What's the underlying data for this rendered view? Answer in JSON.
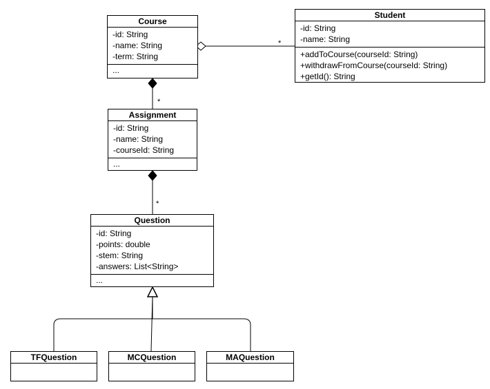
{
  "classes": {
    "course": {
      "name": "Course",
      "attributes": [
        "-id: String",
        "-name: String",
        "-term: String"
      ],
      "more": "..."
    },
    "student": {
      "name": "Student",
      "attributes": [
        "-id: String",
        "-name: String"
      ],
      "operations": [
        "+addToCourse(courseId: String)",
        "+withdrawFromCourse(courseId: String)",
        "+getId(): String"
      ]
    },
    "assignment": {
      "name": "Assignment",
      "attributes": [
        "-id: String",
        "-name: String",
        "-courseId: String"
      ],
      "more": "..."
    },
    "question": {
      "name": "Question",
      "attributes": [
        "-id: String",
        "-points: double",
        "-stem: String",
        "-answers: List<String>"
      ],
      "more": "..."
    },
    "tfquestion": {
      "name": "TFQuestion"
    },
    "mcquestion": {
      "name": "MCQuestion"
    },
    "maquestion": {
      "name": "MAQuestion"
    }
  },
  "relations": {
    "course_student": {
      "type": "aggregation",
      "multiplicity": "*"
    },
    "course_assignment": {
      "type": "composition",
      "multiplicity": "*"
    },
    "assignment_question": {
      "type": "composition",
      "multiplicity": "*"
    },
    "question_subclasses": {
      "type": "generalization"
    }
  }
}
